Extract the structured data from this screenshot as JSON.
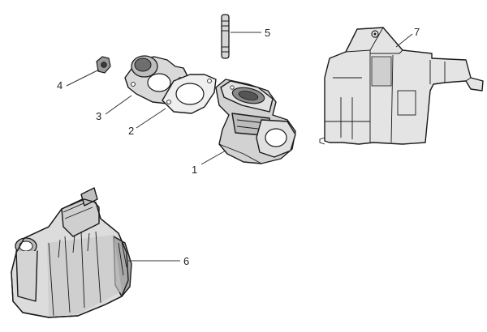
{
  "diagram": {
    "callouts": [
      {
        "id": "1",
        "label": "1"
      },
      {
        "id": "2",
        "label": "2"
      },
      {
        "id": "3",
        "label": "3"
      },
      {
        "id": "4",
        "label": "4"
      },
      {
        "id": "5",
        "label": "5"
      },
      {
        "id": "6",
        "label": "6"
      },
      {
        "id": "7",
        "label": "7"
      }
    ]
  },
  "colors": {
    "part_fill": "#e6e6e6",
    "part_shade": "#b3b3b3",
    "part_dark": "#7a7a7a",
    "line": "#1a1a1a"
  }
}
